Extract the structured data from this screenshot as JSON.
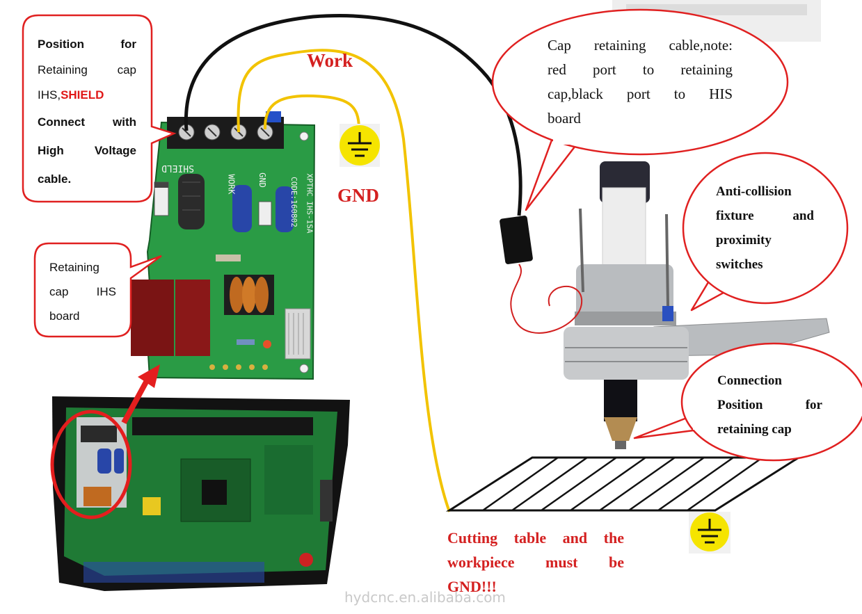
{
  "callouts": {
    "shield": {
      "line1": "Position for",
      "line2": "Retaining cap",
      "line3_prefix": "IHS,",
      "line3_highlight": "SHIELD",
      "line4": "Connect with",
      "line5": "High Voltage",
      "line6": "cable."
    },
    "ihs_board": {
      "line1": "Retaining",
      "line2": "cap IHS",
      "line3": "board"
    },
    "cap_cable": {
      "line1": "Cap retaining cable,note:",
      "line2": "red port to retaining",
      "line3": "cap,black port to HIS",
      "line4": "board"
    },
    "anti_collision": {
      "line1": "Anti-collision",
      "line2": "fixture and",
      "line3": "proximity",
      "line4": "switches"
    },
    "connection": {
      "line1": "Connection",
      "line2": "Position for",
      "line3": "retaining cap"
    }
  },
  "labels": {
    "work": "Work",
    "gnd": "GND",
    "warning_line1": "Cutting table and the",
    "warning_line2": "workpiece must be",
    "warning_line3": "GND!!!"
  },
  "board_silkscreen": {
    "shield": "SHIELD",
    "work": "WORK",
    "gnd": "GND",
    "code": "CODE:160802",
    "model": "XPTHC IHS-1SA"
  },
  "watermark": "hydcnc.en.alibaba.com",
  "colors": {
    "callout_border": "#e02020",
    "work_wire": "#f2c300",
    "shield_wire": "#111111",
    "pcb_green": "#1f8f3a",
    "ground_symbol_bg": "#f5e400"
  }
}
